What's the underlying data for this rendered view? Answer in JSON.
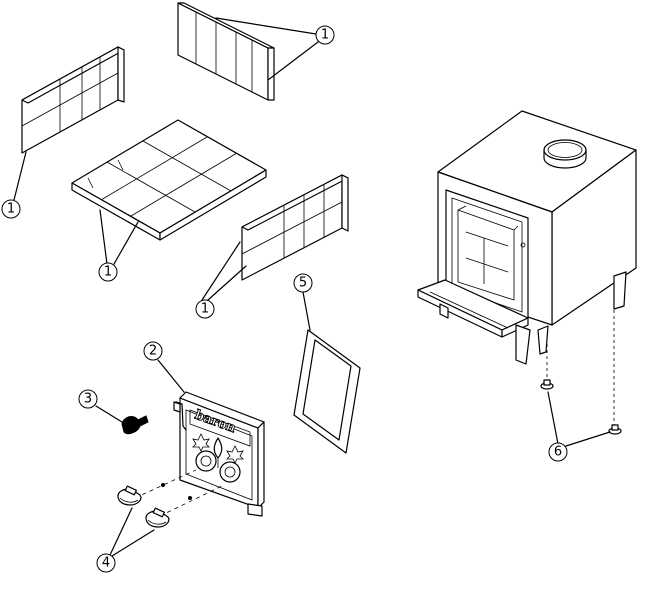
{
  "callouts": {
    "c1a": "1",
    "c1b": "1",
    "c1c": "1",
    "c1d": "1",
    "c2": "2",
    "c3": "3",
    "c4": "4",
    "c5": "5",
    "c6": "6"
  },
  "door_logo": "baron",
  "colors": {
    "line": "#000000",
    "background": "#ffffff"
  }
}
